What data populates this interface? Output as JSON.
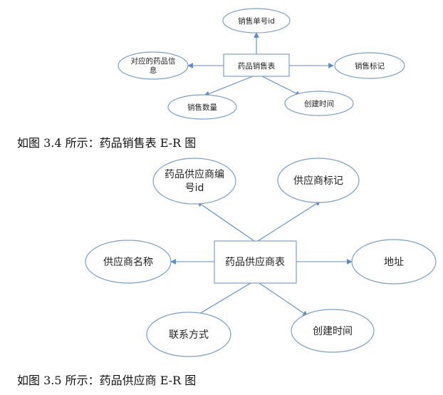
{
  "diagrams": [
    {
      "entity": "药品销售表",
      "attributes": [
        {
          "id": "id",
          "lines": [
            "销售单号id"
          ]
        },
        {
          "id": "info",
          "lines": [
            "对应的药品信",
            "息"
          ]
        },
        {
          "id": "flag",
          "lines": [
            "销售标记"
          ]
        },
        {
          "id": "qty",
          "lines": [
            "销售数量"
          ]
        },
        {
          "id": "time",
          "lines": [
            "创建时间"
          ]
        }
      ],
      "caption": "如图 3.4 所示：药品销售表 E-R 图"
    },
    {
      "entity": "药品供应商表",
      "attributes": [
        {
          "id": "id",
          "lines": [
            "药品供应商编",
            "号id"
          ]
        },
        {
          "id": "flag",
          "lines": [
            "供应商标记"
          ]
        },
        {
          "id": "name",
          "lines": [
            "供应商名称"
          ]
        },
        {
          "id": "addr",
          "lines": [
            "地址"
          ]
        },
        {
          "id": "contact",
          "lines": [
            "联系方式"
          ]
        },
        {
          "id": "time",
          "lines": [
            "创建时间"
          ]
        }
      ],
      "caption": "如图 3.5 所示：药品供应商 E-R 图"
    }
  ],
  "colors": {
    "stroke": "#7ba0c8",
    "edge": "#5b8cc8"
  }
}
